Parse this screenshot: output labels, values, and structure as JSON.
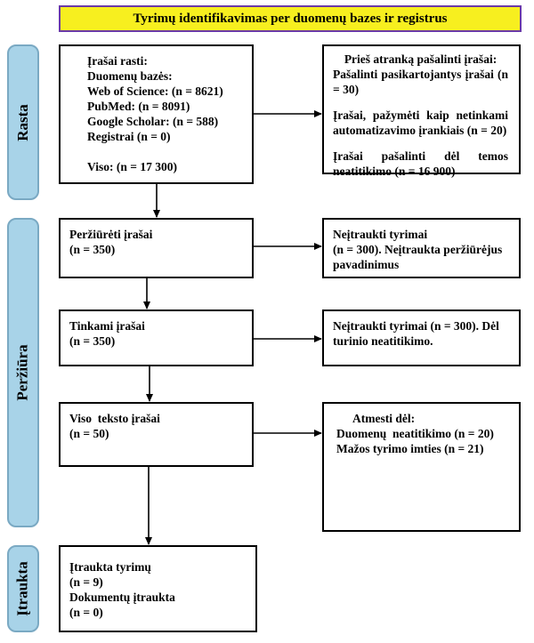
{
  "title": "Tyrimų identifikavimas per duomenų  bazes ir registrus",
  "phases": {
    "rasta": "Rasta",
    "perziura": "Peržiūra",
    "itraukta": "Įtraukta"
  },
  "found": {
    "lines": [
      "Įrašai rasti:",
      "Duomenų bazės:",
      "Web of Science: (n = 8621)",
      "PubMed: (n = 8091)",
      "Google Scholar: (n = 588)",
      "Registrai (n = 0)",
      "",
      "Viso: (n = 17 300)"
    ]
  },
  "removed": {
    "heading": "Prieš atranką pašalinti įrašai:",
    "item1": "Pašalinti pasikartojantys įrašai (n = 30)",
    "item2": "Įrašai, pažymėti kaip netinkami automatizavimo įrankiais (n = 20)",
    "item3": "Įrašai pašalinti dėl temos neatitikimo (n = 16 900)"
  },
  "screened": {
    "line1": "Peržiūrėti įrašai",
    "line2": "(n = 350)"
  },
  "excluded1": {
    "line1": "Neįtraukti tyrimai",
    "line2": "(n = 300). Neįtraukta peržiūrėjus",
    "line3": "pavadinimus"
  },
  "eligible": {
    "line1": "Tinkami įrašai",
    "line2": "(n = 350)"
  },
  "excluded2": {
    "line1": "Neįtraukti tyrimai (n = 300). Dėl",
    "line2": "turinio neatitikimo."
  },
  "fulltext": {
    "line1": "Viso  teksto įrašai",
    "line2": "(n = 50)"
  },
  "rejected": {
    "line1": "Atmesti dėl:",
    "line2": "Duomenų  neatitikimo (n = 20)",
    "line3": "Mažos tyrimo imties (n = 21)"
  },
  "included": {
    "line1": "Įtraukta tyrimų",
    "line2": "(n = 9)",
    "line3": "Dokumentų įtraukta",
    "line4": "(n = 0)"
  }
}
